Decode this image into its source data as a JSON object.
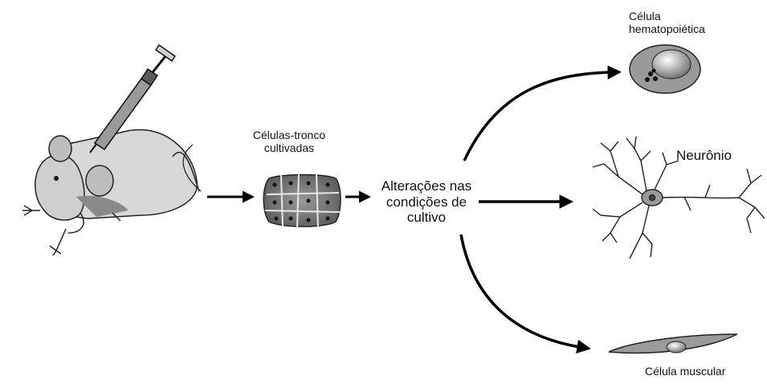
{
  "labels": {
    "cultured_cells": [
      "Células-tronco",
      "cultivadas"
    ],
    "culture_changes": [
      "Alterações nas",
      "condições de",
      "cultivo"
    ],
    "hematopoietic": [
      "Célula",
      "hematopoiética"
    ],
    "neuron": "Neurônio",
    "muscle": "Célula muscular"
  },
  "colors": {
    "arrow": "#000000",
    "mouse_body": "#d8d8d8",
    "mouse_dark": "#8a8a8a",
    "cell_fill": "#7a7a7a",
    "muscle_fill": "#9a9a9a"
  }
}
